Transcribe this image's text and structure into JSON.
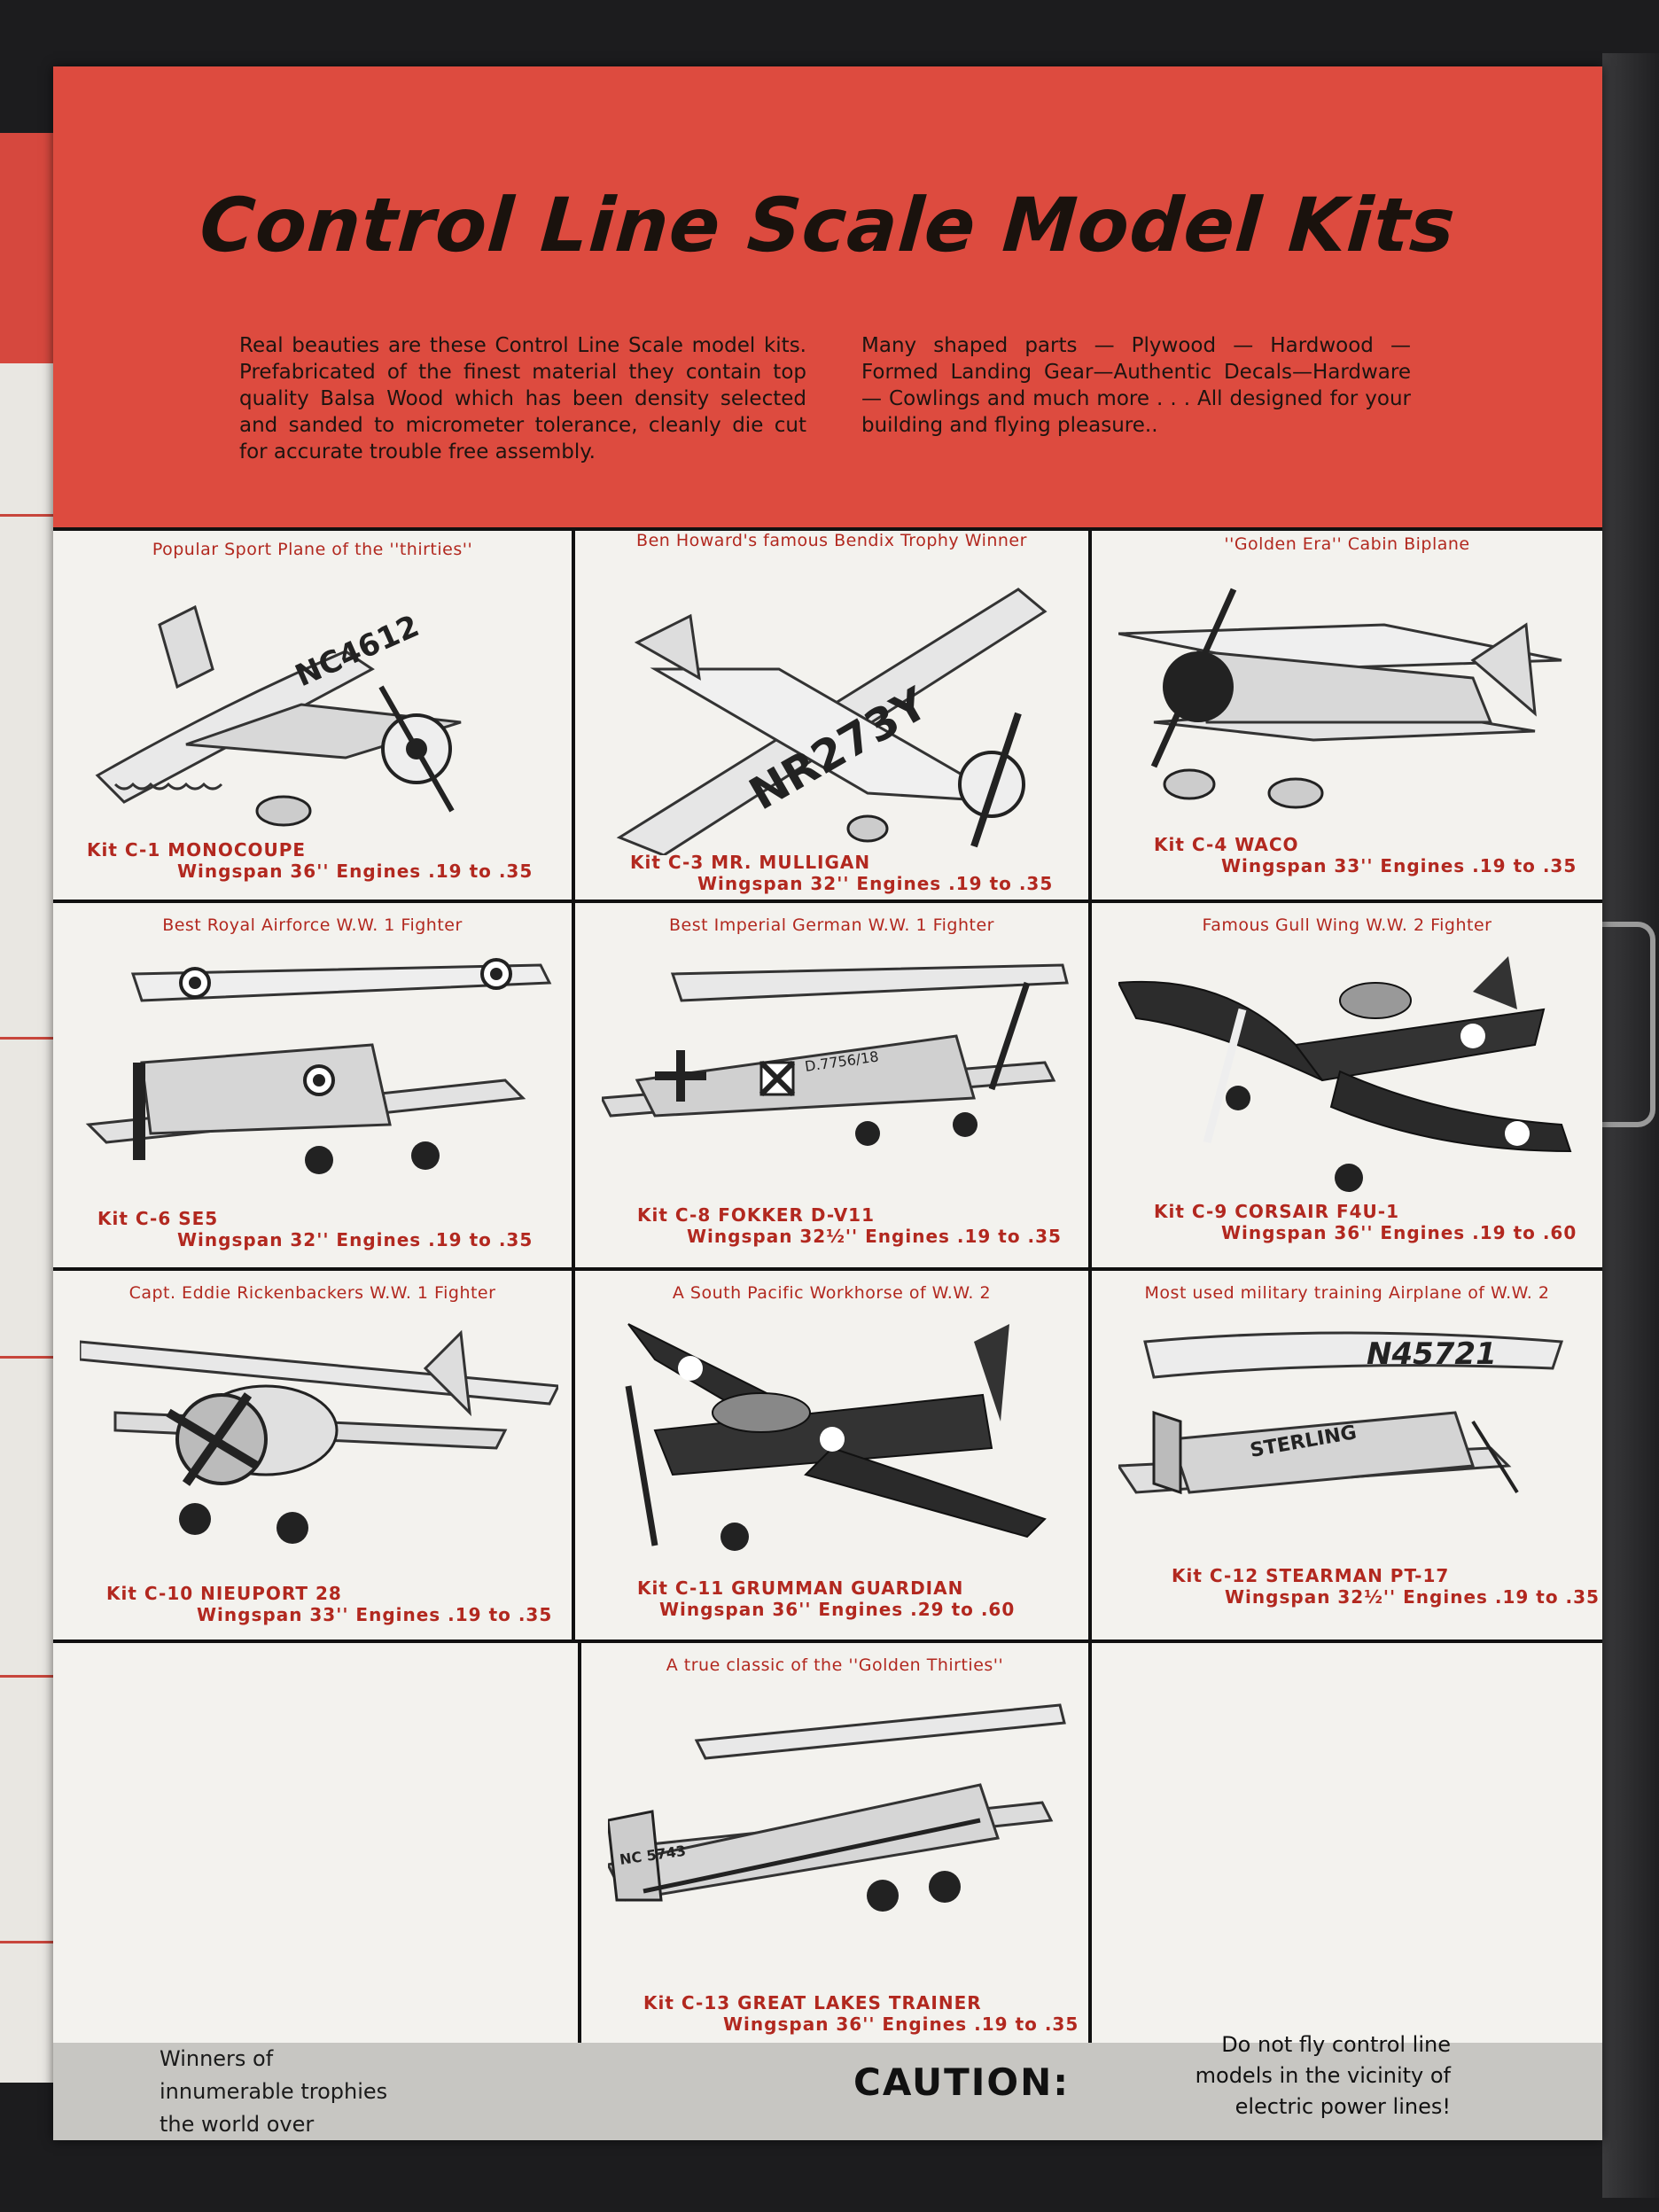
{
  "title": "Control Line Scale Model Kits",
  "intro_left": "Real beauties are these Control Line Scale model kits. Prefabricated of the finest material they contain top quality Balsa Wood which has been density selected and sanded to micrometer tolerance, cleanly die cut for accurate trouble free assembly.",
  "intro_right": "Many shaped parts — Plywood — Hardwood — Formed Landing Gear—Authentic Decals—Hardware — Cowlings and much more . . . All designed for your building and flying pleasure..",
  "kits": [
    {
      "caption": "Popular Sport Plane of the ''thirties''",
      "kit": "Kit C-1   MONOCOUPE",
      "spec": "Wingspan 36''   Engines .19 to .35",
      "registration": "NC4612"
    },
    {
      "caption": "Ben Howard's famous Bendix Trophy Winner",
      "kit": "Kit C-3   MR. MULLIGAN",
      "spec": "Wingspan 32''   Engines .19 to .35",
      "registration": "NR273Y"
    },
    {
      "caption": "''Golden Era'' Cabin Biplane",
      "kit": "Kit C-4   WACO",
      "spec": "Wingspan 33''   Engines .19 to .35",
      "registration": ""
    },
    {
      "caption": "Best Royal Airforce W.W. 1 Fighter",
      "kit": "Kit C-6   SE5",
      "spec": "Wingspan 32''   Engines .19 to .35",
      "registration": ""
    },
    {
      "caption": "Best Imperial German W.W. 1 Fighter",
      "kit": "Kit C-8   FOKKER D-V11",
      "spec": "Wingspan 32½''   Engines .19 to .35",
      "registration": "D.7756/18"
    },
    {
      "caption": "Famous Gull Wing W.W. 2 Fighter",
      "kit": "Kit C-9   CORSAIR F4U-1",
      "spec": "Wingspan 36''   Engines .19 to .60",
      "registration": ""
    },
    {
      "caption": "Capt. Eddie Rickenbackers W.W. 1 Fighter",
      "kit": "Kit C-10   NIEUPORT 28",
      "spec": "Wingspan 33''   Engines .19 to .35",
      "registration": ""
    },
    {
      "caption": "A South Pacific Workhorse of W.W. 2",
      "kit": "Kit C-11   GRUMMAN GUARDIAN",
      "spec": "Wingspan 36''   Engines .29 to .60",
      "registration": ""
    },
    {
      "caption": "Most used military training Airplane of W.W. 2",
      "kit": "Kit C-12   STEARMAN PT-17",
      "spec": "Wingspan 32½''   Engines .19 to .35",
      "registration": "N45721"
    },
    {
      "caption": "A true classic of the ''Golden Thirties''",
      "kit": "Kit C-13   GREAT LAKES TRAINER",
      "spec": "Wingspan 36''   Engines .19 to .35",
      "registration": "NC 5743"
    }
  ],
  "stearman_label": "STERLING",
  "footer": {
    "winners": [
      "Winners of",
      "innumerable trophies",
      "the world over"
    ],
    "caution_label": "CAUTION:",
    "caution_text": [
      "Do not fly control line",
      "models in the vicinity of",
      "electric power lines!"
    ]
  },
  "colors": {
    "header_red": "#dd4b3f",
    "caption_red": "#b2281f",
    "page": "#f3f2ee"
  }
}
